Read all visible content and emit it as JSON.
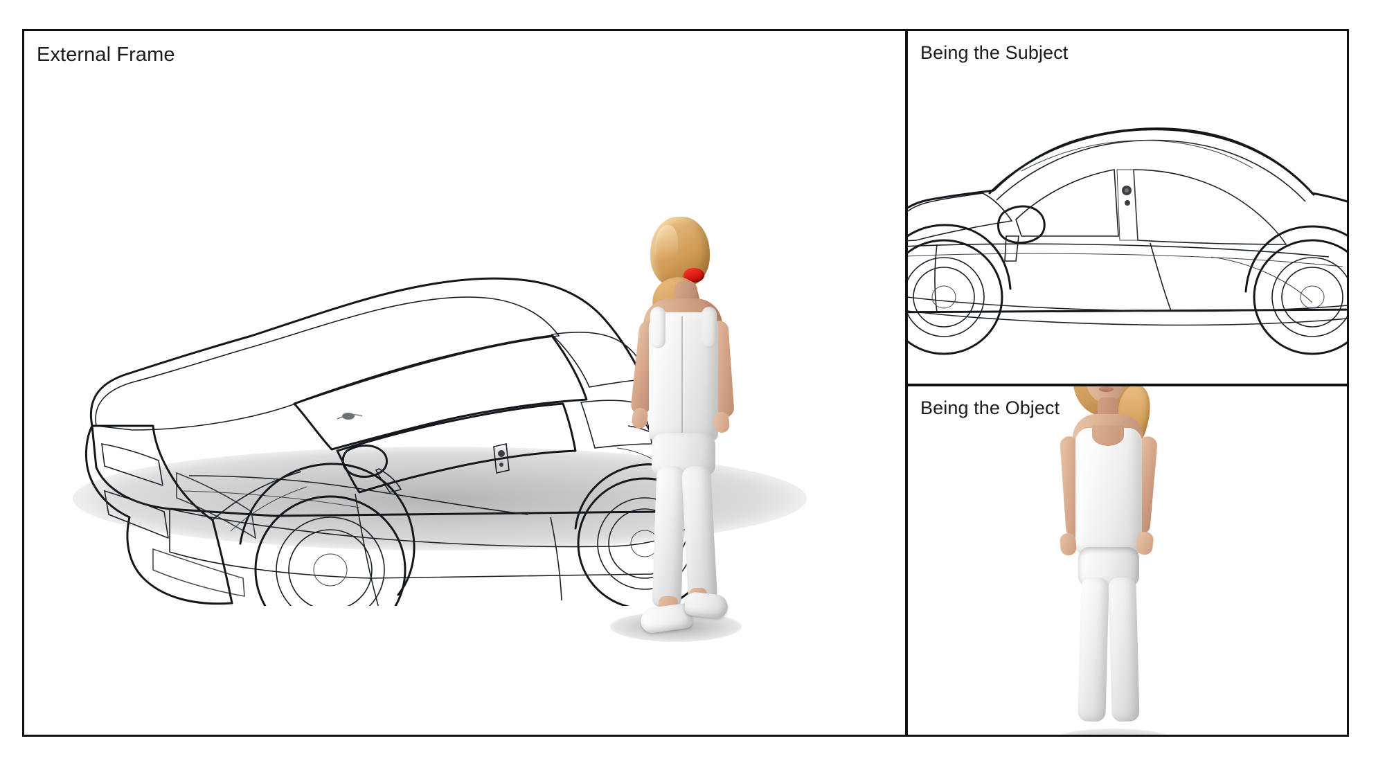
{
  "figure": {
    "title": "External Frame / Being the Subject / Being the Object",
    "background_color": "#ffffff",
    "frame_color": "#111111"
  },
  "panels": [
    {
      "id": "external",
      "label": "External Frame",
      "view": "three-quarter front view of a silver coupe with a woman standing beside the driver door, seen from behind",
      "scene": {
        "car": {
          "name": "silver sports coupe",
          "body_color": "#e9e9e9",
          "glass_color": "#8f9397",
          "wheel_color": "#3a3a3a",
          "outline_color": "#14181c",
          "shadow_color": "#9a9a9a",
          "details": [
            "front grille",
            "headlights",
            "side mirror",
            "door handle",
            "alloy wheels",
            "roof line"
          ]
        },
        "person": {
          "name": "woman standing, back view",
          "hair_color": "#d8a463",
          "hair_tie_color": "#cc1208",
          "skin_color": "#d4a487",
          "top": "white tank top",
          "trousers": "white jeans",
          "shoes": "white flats"
        }
      }
    },
    {
      "id": "subject",
      "label": "Being the Subject",
      "view": "side profile of the coupe filling the frame, driver viewpoint",
      "scene": {
        "car": {
          "name": "silver sports coupe, side profile",
          "body_color": "#ededed",
          "glass_color": "#9a9ea2",
          "wheel_color": "#3a3a3a",
          "outline_color": "#14181c",
          "details": [
            "side mirror",
            "door handle",
            "side windows",
            "front wheel arch",
            "rear wheel arch",
            "sill"
          ]
        }
      }
    },
    {
      "id": "object",
      "label": "Being the Object",
      "view": "front view of the woman standing, full body",
      "scene": {
        "person": {
          "name": "woman standing, front view",
          "hair_color": "#d8a562",
          "eye_color": "#3d74b5",
          "skin_color": "#d4a588",
          "top": "white tank top",
          "trousers": "white jeans",
          "shadow_color": "#969696"
        }
      }
    }
  ]
}
